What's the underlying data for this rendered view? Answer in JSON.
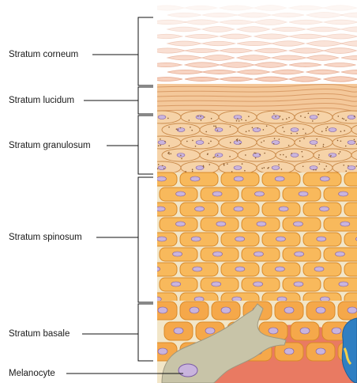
{
  "figure": {
    "layers": [
      {
        "key": "corneum",
        "label": "Stratum corneum"
      },
      {
        "key": "lucidum",
        "label": "Stratum lucidum"
      },
      {
        "key": "granulosum",
        "label": "Stratum granulosum"
      },
      {
        "key": "spinosum",
        "label": "Stratum spinosum"
      },
      {
        "key": "basale",
        "label": "Stratum basale"
      }
    ],
    "melanocyte_label": "Melanocyte",
    "colors": {
      "corneum": "#f7d0bd",
      "lucidum": "#f4c89a",
      "granulosum": "#f6d3a8",
      "spinosum": "#f8b95c",
      "basale": "#f5a84a",
      "nucleus": "#c9b4dd",
      "dermis": "#e97a62",
      "melanocyte": "#c8c4a8",
      "blue_cell": "#2f7fc2",
      "outline": "#c98a4a"
    }
  }
}
